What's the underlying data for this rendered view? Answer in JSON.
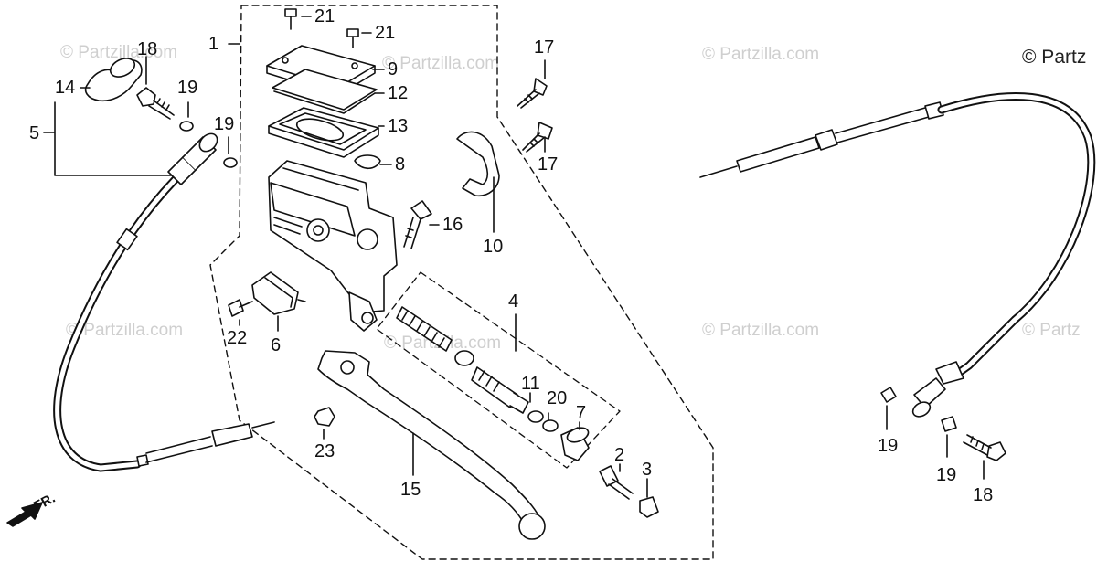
{
  "diagram": {
    "watermark_text": "© Partzilla.com",
    "watermark_cut_text": "© Partz",
    "direction_arrow_label": "FR.",
    "callouts": {
      "c1": "1",
      "c2": "2",
      "c3": "3",
      "c4": "4",
      "c5": "5",
      "c6": "6",
      "c7": "7",
      "c8": "8",
      "c9": "9",
      "c10": "10",
      "c11": "11",
      "c12": "12",
      "c13": "13",
      "c14": "14",
      "c15": "15",
      "c16": "16",
      "c17a": "17",
      "c17b": "17",
      "c18a": "18",
      "c18b": "18",
      "c19a": "19",
      "c19b": "19",
      "c19c": "19",
      "c19d": "19",
      "c20": "20",
      "c21a": "21",
      "c21b": "21",
      "c22": "22",
      "c23": "23"
    },
    "colors": {
      "ink": "#111111",
      "watermark": "#cfcfcf",
      "background": "#ffffff"
    }
  }
}
